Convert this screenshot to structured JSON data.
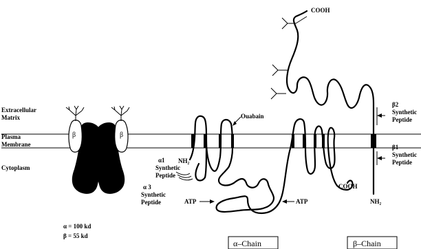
{
  "regions": {
    "extracellular": [
      "Extracellular",
      "Matrix"
    ],
    "plasma": [
      "Plasma",
      "Membrane"
    ],
    "cytoplasm": "Cytoplasm"
  },
  "subunits": {
    "beta_symbol": "β"
  },
  "legend": {
    "alpha": "α = 100 kd",
    "beta": "β =   55 kd"
  },
  "alpha_chain": {
    "title": "α–Chain",
    "nh2": "NH₂",
    "cooh": "COOH",
    "ouabain": "Ouabain",
    "atp_left": "ATP",
    "atp_right": "ATP",
    "alpha1": [
      "α1",
      "Synthetic",
      "Peptide"
    ],
    "alpha3": [
      "α 3",
      "Synthetic",
      "Peptide"
    ]
  },
  "beta_chain": {
    "title": "β–Chain",
    "cooh": "COOH",
    "nh2": "NH₂",
    "beta1": [
      "β1",
      "Synthetic",
      "Peptide"
    ],
    "beta2": [
      "β2",
      "Synthetic",
      "Peptide"
    ]
  }
}
